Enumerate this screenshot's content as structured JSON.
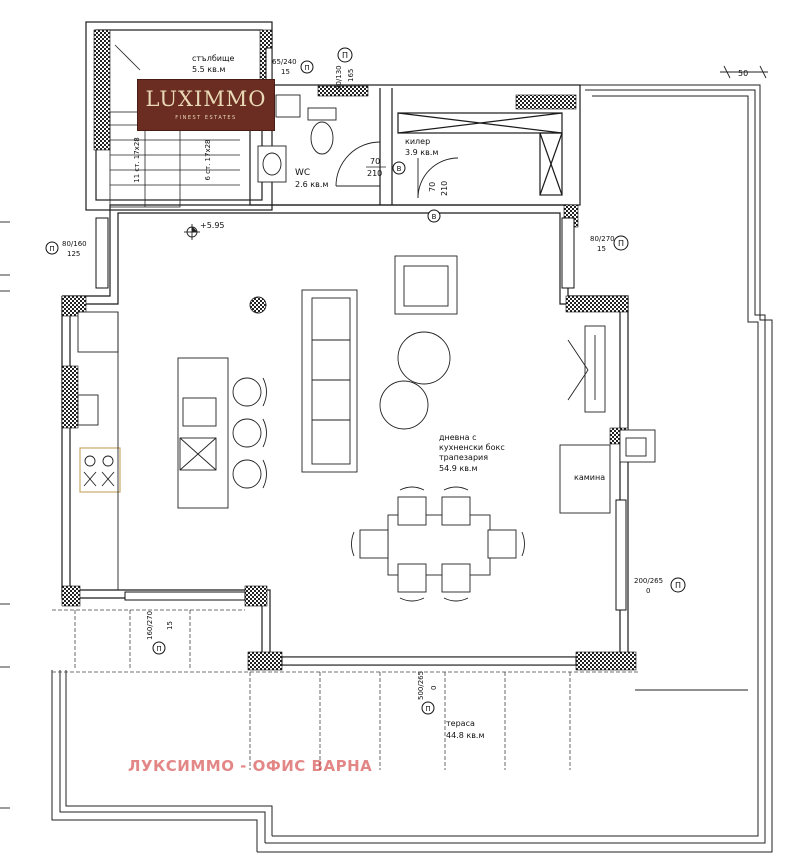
{
  "logo": {
    "name": "LUXIMMO",
    "tagline": "FINEST ESTATES"
  },
  "watermark": "ЛУКСИММО - ОФИС ВАРНА",
  "colors": {
    "wall_fill": "#3a3a3a",
    "line": "#1a1a1a",
    "logo_bg": "#6b2d21",
    "logo_text": "#e9d9b6",
    "watermark": "#cc2222"
  },
  "scale_label": "50",
  "level_label": "+5.95",
  "rooms": {
    "stairs": {
      "name": "стълбище",
      "area": "5.5 кв.м"
    },
    "stair_flight_1": "11 ст. 17x28",
    "stair_flight_2": "6 ст. 17x28",
    "storage": {
      "name": "килер",
      "area": "3.9 кв.м"
    },
    "wc": {
      "name": "WC",
      "area": "2.6 кв.м"
    },
    "living": {
      "line1": "дневна с",
      "line2": "кухненски бокс",
      "line3": "трапезария",
      "area": "54.9 кв.м"
    },
    "fireplace": "камина",
    "terrace": {
      "name": "тераса",
      "area": "44.8 кв.м"
    }
  },
  "openings": {
    "o_stair": {
      "dim": "65/240",
      "sill": "15"
    },
    "o_wc": {
      "dim": "80/130",
      "sill": "165"
    },
    "o_left": {
      "dim": "80/160",
      "sill": "125"
    },
    "o_right": {
      "dim": "80/270",
      "sill": "15"
    },
    "o_east": {
      "dim": "200/265",
      "sill": "0"
    },
    "o_bottomleft": {
      "dim": "160/270",
      "sill": "15"
    },
    "o_south": {
      "dim": "500/265",
      "sill": "0"
    }
  },
  "doors": {
    "wc_door": {
      "width": "70",
      "height": "210"
    },
    "storage_door": {
      "width": "70",
      "height": "210"
    }
  },
  "marks": {
    "window": "П",
    "door": "В"
  }
}
